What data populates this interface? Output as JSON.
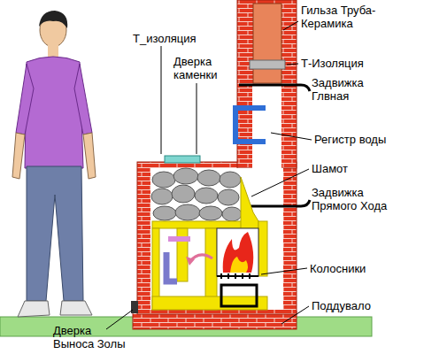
{
  "diagram": {
    "labels": [
      "Т_изоляция",
      "Дверка каменки",
      "Гильза Труба-Керамика",
      "Т-Изоляция",
      "Задвижка Глвная",
      "Регистр воды",
      "Шамот",
      "Задвижка Прямого Хода",
      "Колосники",
      "Поддувало",
      "Дверка Выноса Золы"
    ]
  }
}
